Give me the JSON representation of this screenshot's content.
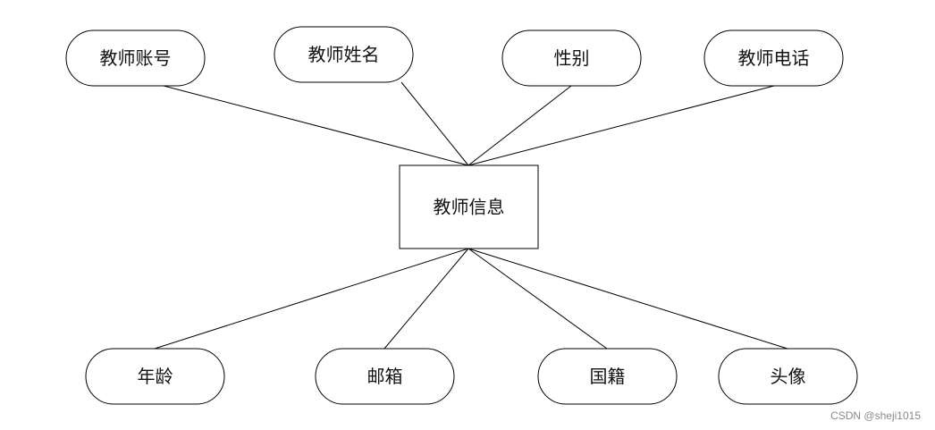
{
  "entity": {
    "label": "教师信息"
  },
  "attributes": [
    {
      "label": "教师账号"
    },
    {
      "label": "教师姓名"
    },
    {
      "label": "性别"
    },
    {
      "label": "教师电话"
    },
    {
      "label": "年龄"
    },
    {
      "label": "邮箱"
    },
    {
      "label": "国籍"
    },
    {
      "label": "头像"
    }
  ],
  "watermark": "CSDN @sheji1015",
  "colors": {
    "stroke": "#000000",
    "background": "#ffffff",
    "text": "#111111",
    "watermark": "#8a8a8a"
  }
}
